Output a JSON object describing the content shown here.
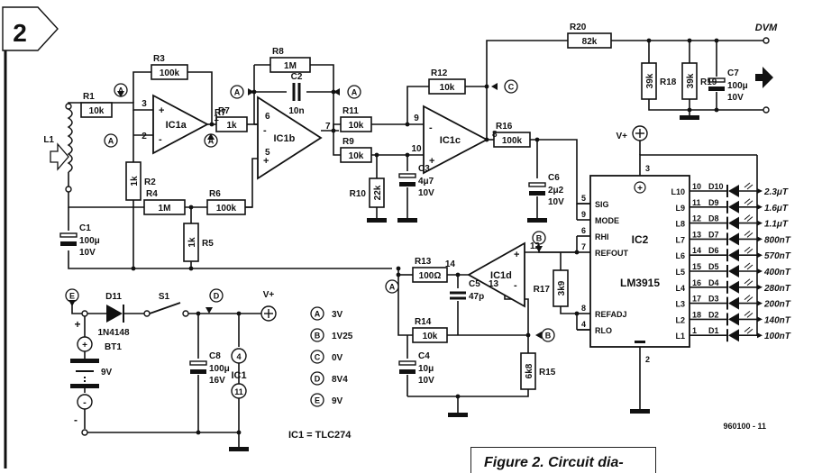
{
  "figure": {
    "number": "2",
    "code": "960100 - 11",
    "caption": "Figure 2. Circuit dia-",
    "ic_note": "IC1 = TLC274"
  },
  "components": {
    "R1": {
      "name": "R1",
      "value": "10k"
    },
    "R2": {
      "name": "R2",
      "value": "1k"
    },
    "R3": {
      "name": "R3",
      "value": "100k"
    },
    "R4": {
      "name": "R4",
      "value": "1M"
    },
    "R5": {
      "name": "R5",
      "value": "1k"
    },
    "R6": {
      "name": "R6",
      "value": "100k"
    },
    "R7": {
      "name": "R7",
      "value": "1k"
    },
    "R8": {
      "name": "R8",
      "value": "1M"
    },
    "R9": {
      "name": "R9",
      "value": "10k"
    },
    "R10": {
      "name": "R10",
      "value": "22k"
    },
    "R11": {
      "name": "R11",
      "value": "10k"
    },
    "R12": {
      "name": "R12",
      "value": "10k"
    },
    "R13": {
      "name": "R13",
      "value": "100Ω"
    },
    "R14": {
      "name": "R14",
      "value": "10k"
    },
    "R15": {
      "name": "R15",
      "value": "6k8"
    },
    "R16": {
      "name": "R16",
      "value": "100k"
    },
    "R17": {
      "name": "R17",
      "value": "3k9"
    },
    "R18": {
      "name": "R18",
      "value": "39k"
    },
    "R19": {
      "name": "R19",
      "value": "39k"
    },
    "R20": {
      "name": "R20",
      "value": "82k"
    },
    "C1": {
      "name": "C1",
      "value": "100μ",
      "voltage": "10V"
    },
    "C2": {
      "name": "C2",
      "value": "10n"
    },
    "C3": {
      "name": "C3",
      "value": "4μ7",
      "voltage": "10V"
    },
    "C4": {
      "name": "C4",
      "value": "10μ",
      "voltage": "10V"
    },
    "C5": {
      "name": "C5",
      "value": "47p"
    },
    "C6": {
      "name": "C6",
      "value": "2μ2",
      "voltage": "10V"
    },
    "C7": {
      "name": "C7",
      "value": "100μ",
      "voltage": "10V"
    },
    "C8": {
      "name": "C8",
      "value": "100μ",
      "voltage": "16V"
    },
    "L1": {
      "name": "L1"
    },
    "D11": {
      "name": "D11",
      "value": "1N4148"
    },
    "S1": {
      "name": "S1"
    },
    "BT1": {
      "name": "BT1",
      "value": "9V"
    },
    "IC1": {
      "name": "IC1",
      "pin_top": "4",
      "pin_bottom": "11"
    },
    "IC2": {
      "name": "IC2",
      "part": "LM3915"
    }
  },
  "opamps": {
    "a": {
      "name": "IC1a",
      "pins": [
        "3",
        "2",
        "1"
      ]
    },
    "b": {
      "name": "IC1b",
      "pins": [
        "6",
        "5",
        "7"
      ]
    },
    "c": {
      "name": "IC1c",
      "pins": [
        "9",
        "10",
        "8"
      ]
    },
    "d": {
      "name": "IC1d",
      "pins": [
        "12",
        "13",
        "14"
      ]
    }
  },
  "ic2": {
    "left_pins": [
      {
        "num": "5",
        "label": "SIG"
      },
      {
        "num": "9",
        "label": "MODE"
      },
      {
        "num": "6",
        "label": "RHI"
      },
      {
        "num": "7",
        "label": "REFOUT"
      },
      {
        "num": "8",
        "label": "REFADJ"
      },
      {
        "num": "4",
        "label": "RLO"
      }
    ],
    "top_pin": "3",
    "bottom_pin": "2",
    "outputs": [
      {
        "pin": "10",
        "label": "L10",
        "led": "D10",
        "value": "2.3μT"
      },
      {
        "pin": "11",
        "label": "L9",
        "led": "D9",
        "value": "1.6μT"
      },
      {
        "pin": "12",
        "label": "L8",
        "led": "D8",
        "value": "1.1μT"
      },
      {
        "pin": "13",
        "label": "L7",
        "led": "D7",
        "value": "800nT"
      },
      {
        "pin": "14",
        "label": "L6",
        "led": "D6",
        "value": "570nT"
      },
      {
        "pin": "15",
        "label": "L5",
        "led": "D5",
        "value": "400nT"
      },
      {
        "pin": "16",
        "label": "L4",
        "led": "D4",
        "value": "280nT"
      },
      {
        "pin": "17",
        "label": "L3",
        "led": "D3",
        "value": "200nT"
      },
      {
        "pin": "18",
        "label": "L2",
        "led": "D2",
        "value": "140nT"
      },
      {
        "pin": "1",
        "label": "L1",
        "led": "D1",
        "value": "100nT"
      }
    ]
  },
  "legend": [
    {
      "node": "A",
      "voltage": "3V"
    },
    {
      "node": "B",
      "voltage": "1V25"
    },
    {
      "node": "C",
      "voltage": "0V"
    },
    {
      "node": "D",
      "voltage": "8V4"
    },
    {
      "node": "E",
      "voltage": "9V"
    }
  ],
  "labels": {
    "vplus": "V+",
    "dvm": "DVM",
    "plus": "+",
    "minus": "-",
    "node_a": "A",
    "node_b": "B",
    "node_c": "C",
    "node_d": "D",
    "node_e": "E"
  }
}
